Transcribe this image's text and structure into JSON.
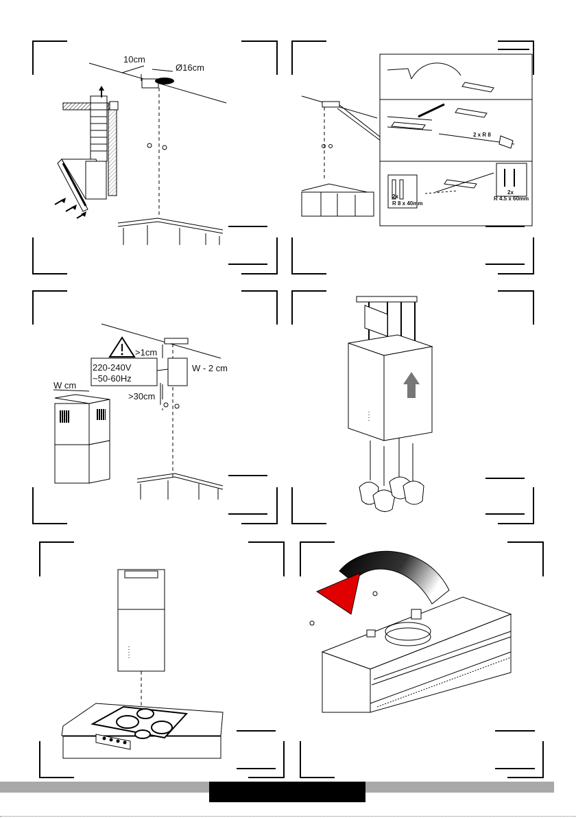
{
  "panel1": {
    "dist_label": "10cm",
    "diameter_label": "Ø16cm"
  },
  "panel2": {
    "screw_r8": "2 x R 8",
    "plugs_qty": "2x",
    "plugs_size": "R 8 x 40mm",
    "screws_qty": "2x",
    "screws_size": "R 4.5 x 60mm"
  },
  "panel3": {
    "warning_voltage": "220-240V",
    "warning_freq": "~50-60Hz",
    "gap_top": ">1cm",
    "gap_bottom": ">30cm",
    "width_label": "W - 2 cm",
    "w_cm_label": "W cm"
  }
}
